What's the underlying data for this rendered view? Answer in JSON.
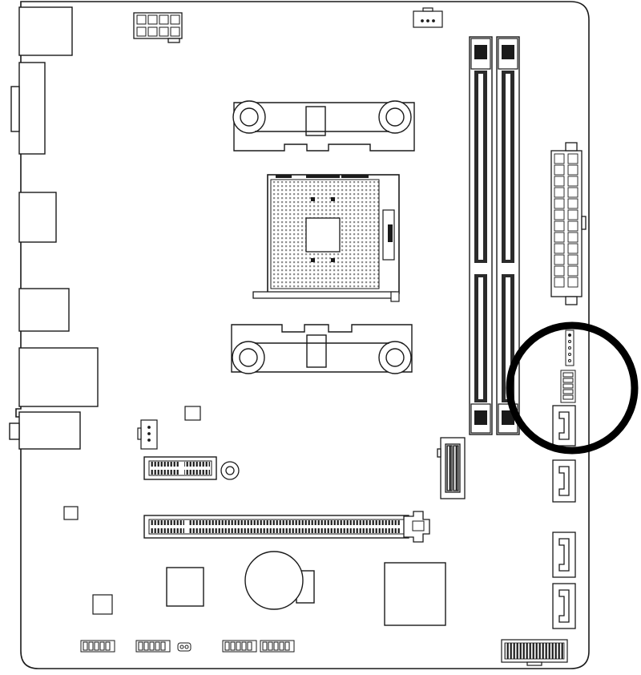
{
  "diagram": {
    "kind": "motherboard-layout",
    "labels": [],
    "highlight": {
      "shape": "circle",
      "marks": "front-panel-headers",
      "color": "#000000"
    },
    "colors": {
      "line": "#1a1a1a",
      "board": "#ffffff",
      "dimm-fill": "#2b2b2b",
      "pin-grid": "#9a9a9a"
    }
  }
}
